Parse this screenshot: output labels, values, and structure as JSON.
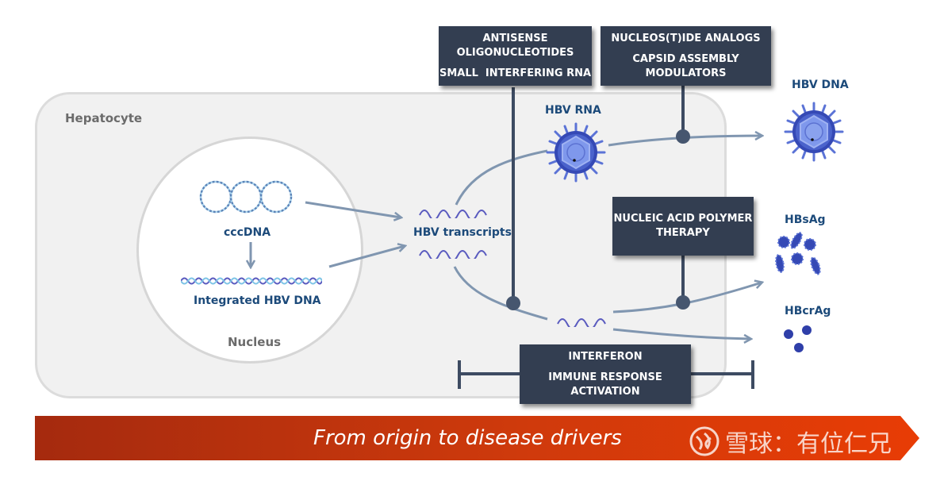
{
  "diagram": {
    "hepatocyte_label": "Hepatocyte",
    "nucleus_label": "Nucleus",
    "cccdna_label": "cccDNA",
    "integrated_label": "Integrated HBV DNA",
    "transcripts_label": "HBV transcripts",
    "hbv_rna_label": "HBV RNA",
    "hbv_dna_label": "HBV DNA",
    "hbsag_label": "HBsAg",
    "hbcrag_label": "HBcrAg",
    "boxes": {
      "antisense": {
        "line1": "ANTISENSE",
        "line2": "OLIGONUCLEOTIDES",
        "line3": "SMALL  INTERFERING RNA"
      },
      "nucleoside": {
        "line1": "NUCLEOS(T)IDE ANALOGS",
        "line2": "CAPSID ASSEMBLY",
        "line3": "MODULATORS"
      },
      "nap": {
        "line1": "NUCLEIC ACID POLYMER",
        "line2": "THERAPY"
      },
      "interferon": {
        "line1": "INTERFERON",
        "line2": "IMMUNE RESPONSE",
        "line3": "ACTIVATION"
      }
    },
    "icons": [
      "cccdna-ring-icon",
      "dna-helix-icon",
      "rna-wave-icon",
      "virus-particle-icon",
      "hbsag-particles-icon",
      "hbcrag-dots-icon"
    ]
  },
  "colors": {
    "box": "#333e51",
    "arrow": "#8096b0",
    "label_blue": "#1c4a7a",
    "virus": "#3f58c0",
    "banner_start": "#a52a0e",
    "banner_end": "#e43a08"
  },
  "banner": {
    "text": "From origin to disease drivers",
    "watermark": "雪球：有位仁兄"
  }
}
